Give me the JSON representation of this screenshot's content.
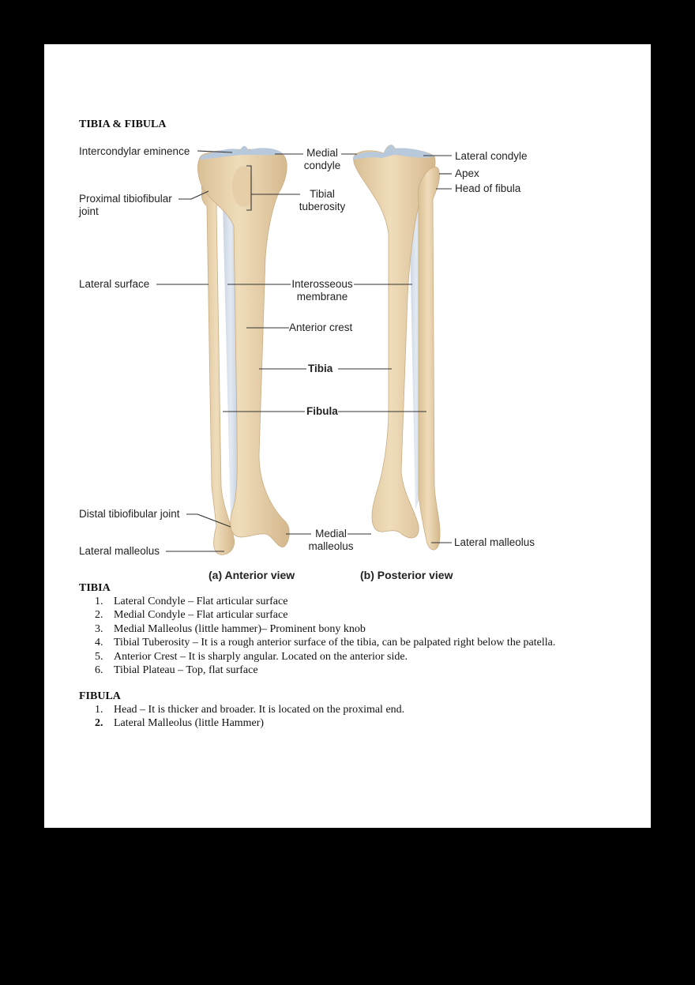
{
  "document": {
    "title": "TIBIA & FIBULA"
  },
  "figure": {
    "labels": {
      "intercondylar_eminence": "Intercondylar eminence",
      "medial_condyle_1": "Medial",
      "medial_condyle_2": "condyle",
      "lateral_condyle": "Lateral condyle",
      "apex": "Apex",
      "head_of_fibula": "Head of fibula",
      "proximal_joint_1": "Proximal tibiofibular",
      "proximal_joint_2": "joint",
      "tibial_tuberosity_1": "Tibial",
      "tibial_tuberosity_2": "tuberosity",
      "lateral_surface": "Lateral surface",
      "interosseous_1": "Interosseous",
      "interosseous_2": "membrane",
      "anterior_crest": "Anterior crest",
      "tibia": "Tibia",
      "fibula": "Fibula",
      "distal_joint": "Distal tibiofibular joint",
      "lateral_malleolus_left": "Lateral malleolus",
      "medial_malleolus_1": "Medial",
      "medial_malleolus_2": "malleolus",
      "lateral_malleolus_right": "Lateral malleolus"
    },
    "captions": {
      "anterior": "(a) Anterior view",
      "posterior": "(b) Posterior view"
    },
    "colors": {
      "bone": "#e8d3ae",
      "bone_shadow": "#cdb28a",
      "cartilage": "#b9c9dc",
      "membrane": "#d4dde8",
      "leader_line": "#333333"
    }
  },
  "tibia_section": {
    "heading": "TIBIA",
    "items": [
      {
        "num": "1.",
        "text": "Lateral Condyle – Flat articular surface"
      },
      {
        "num": "2.",
        "text": "Medial Condyle – Flat articular surface"
      },
      {
        "num": "3.",
        "text": "Medial Malleolus (little hammer)– Prominent bony knob"
      },
      {
        "num": "4.",
        "text": "Tibial Tuberosity – It is a rough anterior surface of the tibia, can be palpated right below the patella."
      },
      {
        "num": "5.",
        "text": "Anterior Crest – It is sharply angular. Located on the anterior side."
      },
      {
        "num": "6.",
        "text": "Tibial Plateau – Top, flat surface"
      }
    ]
  },
  "fibula_section": {
    "heading": "FIBULA",
    "items": [
      {
        "num": "1.",
        "text": "Head – It is thicker and broader. It is located on the proximal end."
      },
      {
        "num": "2.",
        "text": "Lateral Malleolus (little Hammer)"
      }
    ]
  }
}
